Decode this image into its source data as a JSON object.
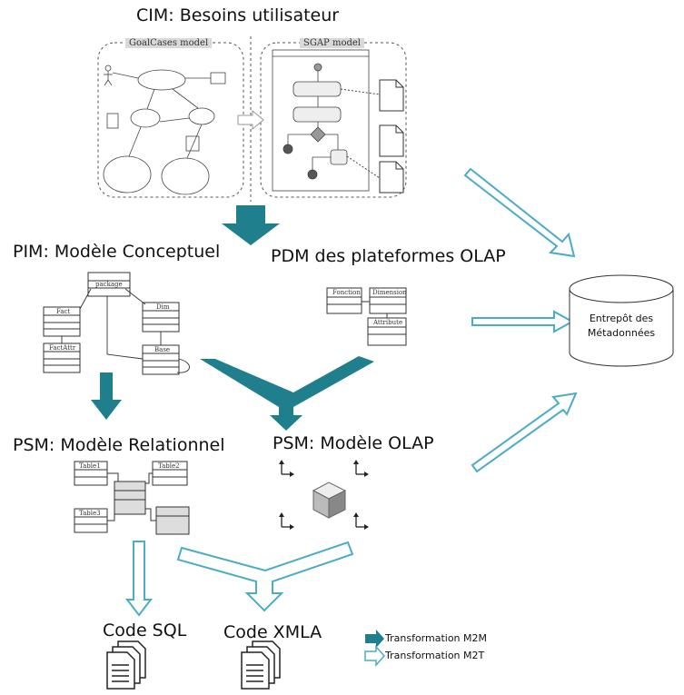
{
  "cim_title": "CIM: Besoins utilisateur",
  "goalcases_caption": "GoalCases model",
  "sgap_caption": "SGAP model",
  "pim_title": "PIM: Modèle Conceptuel",
  "pdm_title": "PDM des plateformes OLAP",
  "psm_rel_title": "PSM: Modèle Relationnel",
  "psm_olap_title": "PSM: Modèle OLAP",
  "code_sql": "Code SQL",
  "code_xmla": "Code XMLA",
  "db_label_line1": "Entrepôt des",
  "db_label_line2": "Métadonnées",
  "legend": {
    "m2m": "Transformation M2M",
    "m2t": "Transformation M2T"
  },
  "uml": {
    "package": "package",
    "fact": "Fact",
    "dim": "Dim",
    "factattr": "FactAttr",
    "base": "Base"
  },
  "pdm": {
    "fonction": "Fonction",
    "dimension": "Dimension",
    "attribute": "Attribute"
  },
  "tables": {
    "table1": "Table1",
    "table2": "Table2",
    "table3": "Table3"
  },
  "colors": {
    "m2m_arrow": "#1f7f8c",
    "m2t_arrow": "#4bacc6"
  }
}
